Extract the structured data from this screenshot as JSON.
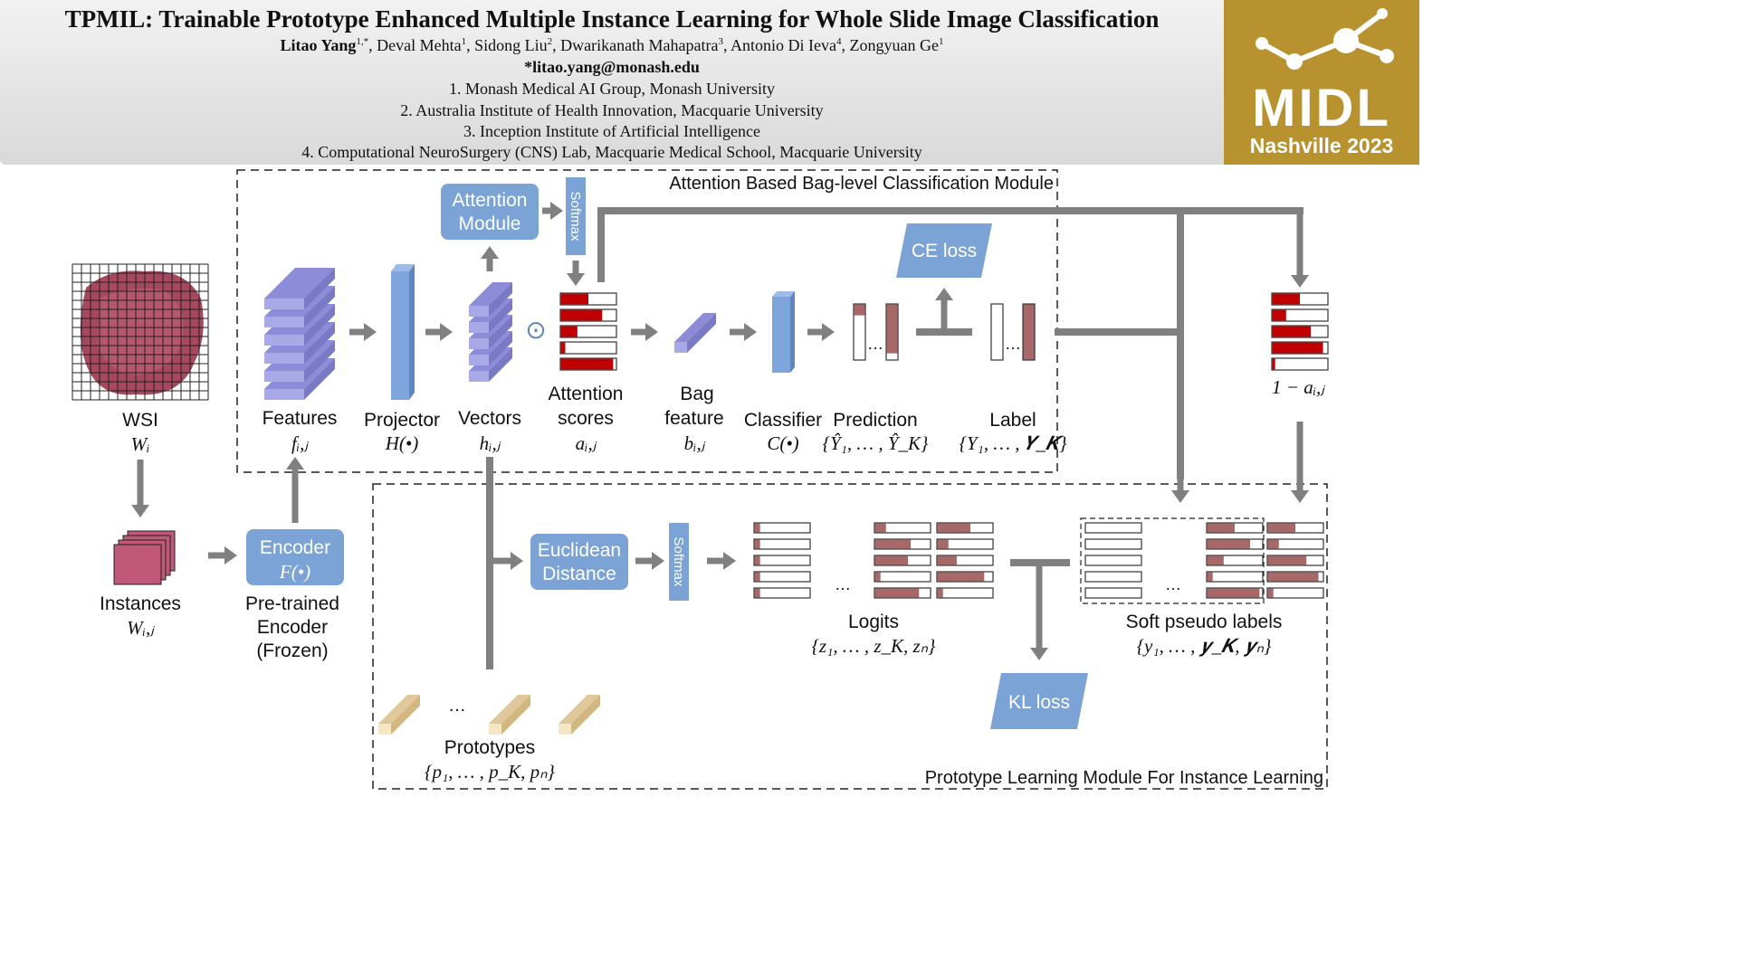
{
  "header": {
    "title": "TPMIL: Trainable Prototype Enhanced Multiple Instance Learning for Whole Slide Image Classification",
    "authors": [
      {
        "name": "Litao Yang",
        "sup": "1,*",
        "bold": true
      },
      {
        "name": "Deval Mehta",
        "sup": "1"
      },
      {
        "name": "Sidong Liu",
        "sup": "2"
      },
      {
        "name": "Dwarikanath Mahapatra",
        "sup": "3"
      },
      {
        "name": "Antonio Di Ieva",
        "sup": "4"
      },
      {
        "name": "Zongyuan Ge",
        "sup": "1"
      }
    ],
    "email": "*litao.yang@monash.edu",
    "affiliations": [
      "1.   Monash Medical AI Group, Monash University",
      "2.   Australia Institute of Health Innovation, Macquarie University",
      "3.   Inception Institute of Artificial Intelligence",
      "4.   Computational NeuroSurgery (CNS) Lab, Macquarie Medical School, Macquarie University"
    ]
  },
  "logo": {
    "name": "MIDL",
    "city": "Nashville 2023",
    "color": "#b8922e"
  },
  "modules": {
    "top": "Attention Based Bag-level Classification Module",
    "bottom": "Prototype Learning Module For Instance Learning"
  },
  "boxes": {
    "attention_module": [
      "Attention",
      "Module"
    ],
    "softmax": "Softmax",
    "ce_loss": "CE loss",
    "encoder": "Encoder",
    "encoder_sym": "F(•)",
    "euclidean": [
      "Euclidean",
      "Distance"
    ],
    "kl_loss": "KL loss"
  },
  "labels": {
    "wsi": "WSI",
    "wsi_sym": "Wᵢ",
    "features": "Features",
    "features_sym": "fᵢ,ⱼ",
    "projector": "Projector",
    "projector_sym": "H(•)",
    "vectors": "Vectors",
    "vectors_sym": "hᵢ,ⱼ",
    "attention": [
      "Attention",
      "scores"
    ],
    "attention_sym": "aᵢ,ⱼ",
    "bag": [
      "Bag",
      "feature"
    ],
    "bag_sym": "bᵢ,ⱼ",
    "classifier": "Classifier",
    "classifier_sym": "C(•)",
    "prediction": "Prediction",
    "prediction_sym": "{Ŷ₁, … , Ŷ_K}",
    "label": "Label",
    "label_sym": "{Y₁, … , 𝒀_𝑲}",
    "one_minus": "1 − aᵢ,ⱼ",
    "instances": "Instances",
    "instances_sym": "Wᵢ,ⱼ",
    "pretrained": [
      "Pre-trained",
      "Encoder",
      "(Frozen)"
    ],
    "logits": "Logits",
    "logits_sym": "{z₁, … , z_K, zₙ}",
    "soft": "Soft pseudo labels",
    "soft_sym": "{y₁, … , 𝒚_𝑲, 𝒚ₙ}",
    "prototypes": "Prototypes",
    "prototypes_sym": "{p₁, … , p_K, pₙ}",
    "ellipsis": "…",
    "odot": "⊙"
  },
  "bars": {
    "attention_fill": [
      0.5,
      0.75,
      0.3,
      0.08,
      0.95
    ],
    "one_minus_fill": [
      0.5,
      0.25,
      0.7,
      0.92,
      0.05
    ],
    "logits_a": [
      0.1,
      0.1,
      0.1,
      0.1,
      0.1
    ],
    "logits_b": [
      0.2,
      0.65,
      0.6,
      0.1,
      0.8
    ],
    "logits_c": [
      0.6,
      0.2,
      0.35,
      0.85,
      0.1
    ],
    "soft_b": [
      0.5,
      0.78,
      0.3,
      0.1,
      0.95
    ],
    "soft_c": [
      0.5,
      0.2,
      0.7,
      0.92,
      0.1
    ]
  },
  "colors": {
    "arrow": "#808080",
    "blue_box": "#7ba3d6",
    "attention_red": "#c00000",
    "logit_brown": "#a86868",
    "prototype": "#e8d3a6",
    "feature_purple": "#9a9ae0"
  }
}
